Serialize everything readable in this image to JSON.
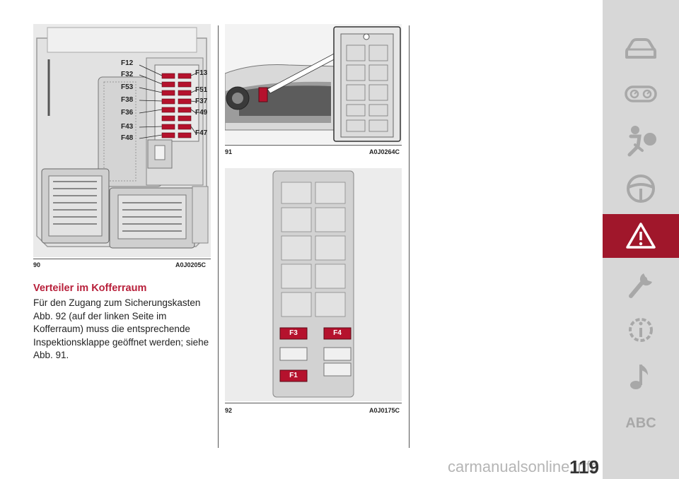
{
  "figures": {
    "fig90": {
      "number": "90",
      "code": "A0J0205C",
      "fuse_labels_left": [
        "F12",
        "F32",
        "F53",
        "F38",
        "F36",
        "F43",
        "F48"
      ],
      "fuse_labels_right": [
        "F13",
        "F51",
        "F37",
        "F49",
        "F47"
      ]
    },
    "fig91": {
      "number": "91",
      "code": "A0J0264C"
    },
    "fig92": {
      "number": "92",
      "code": "A0J0175C",
      "fuse_labels": [
        "F3",
        "F4",
        "F1"
      ]
    }
  },
  "section": {
    "title": "Verteiler im Kofferraum",
    "body": "Für den Zugang zum Sicherungskasten Abb. 92 (auf der linken Seite im Kofferraum) muss die entsprechende Inspektionsklappe geöffnet werden; siehe Abb. 91."
  },
  "sidebar": {
    "items": [
      {
        "icon": "car-icon"
      },
      {
        "icon": "dashboard-gauges-icon"
      },
      {
        "icon": "airbag-icon"
      },
      {
        "icon": "steering-wheel-icon"
      },
      {
        "icon": "warning-triangle-icon",
        "active": true
      },
      {
        "icon": "wrench-icon"
      },
      {
        "icon": "info-gear-icon"
      },
      {
        "icon": "music-note-icon"
      },
      {
        "icon": "abc-icon",
        "label": "ABC"
      }
    ],
    "colors": {
      "background": "#d7d7d7",
      "active": "#a0172b",
      "icon": "#a8a8a8"
    }
  },
  "page_number": "119",
  "watermark": "carmanualsonline.info"
}
